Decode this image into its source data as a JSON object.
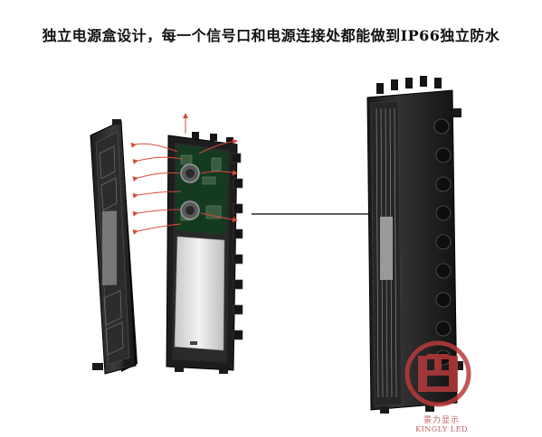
{
  "caption": "独立电源盒设计，每一个信号口和电源连接处都能做到IP66独立防水",
  "watermark": {
    "name_cn": "景力显示",
    "name_en": "KINGLY LED",
    "color": "#b83a3a"
  },
  "colors": {
    "callout_dot": "#25c8e8",
    "airflow_arrow": "#d94a3a",
    "housing": "#2a2a2a"
  }
}
